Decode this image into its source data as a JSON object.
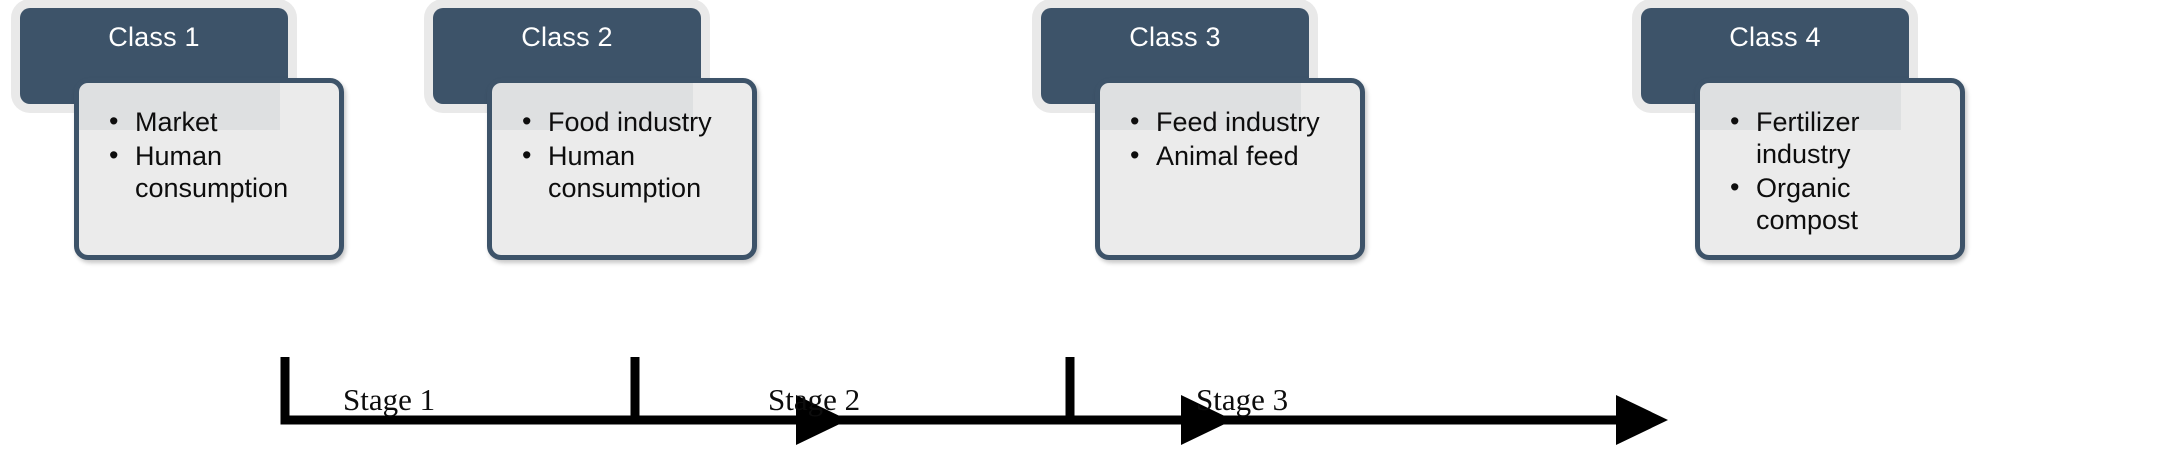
{
  "diagram": {
    "title": "Class and stage flow diagram",
    "colors": {
      "header_fill": "#3d5369",
      "header_text": "#ffffff",
      "body_fill": "#ebebeb",
      "body_border": "#3d5369",
      "outer_glow": "#e9e9e9",
      "grey_arrow": "#aeb3bc",
      "connector": "#000000",
      "bullet_text": "#0d0d0d"
    },
    "groups": [
      {
        "header": "Class 1",
        "bullets": [
          "Market",
          "Human consumption"
        ]
      },
      {
        "header": "Class 2",
        "bullets": [
          "Food industry",
          "Human consumption"
        ]
      },
      {
        "header": "Class 3",
        "bullets": [
          "Feed industry",
          "Animal feed"
        ]
      },
      {
        "header": "Class 4",
        "bullets": [
          "Fertilizer industry",
          "Organic compost"
        ]
      }
    ],
    "grey_arrows": [
      {
        "name": "chevron-arrow-1"
      },
      {
        "name": "chevron-arrow-2"
      },
      {
        "name": "chevron-arrow-3"
      }
    ],
    "stages": [
      {
        "label": "Stage 1"
      },
      {
        "label": "Stage 2"
      },
      {
        "label": "Stage 3"
      }
    ]
  }
}
